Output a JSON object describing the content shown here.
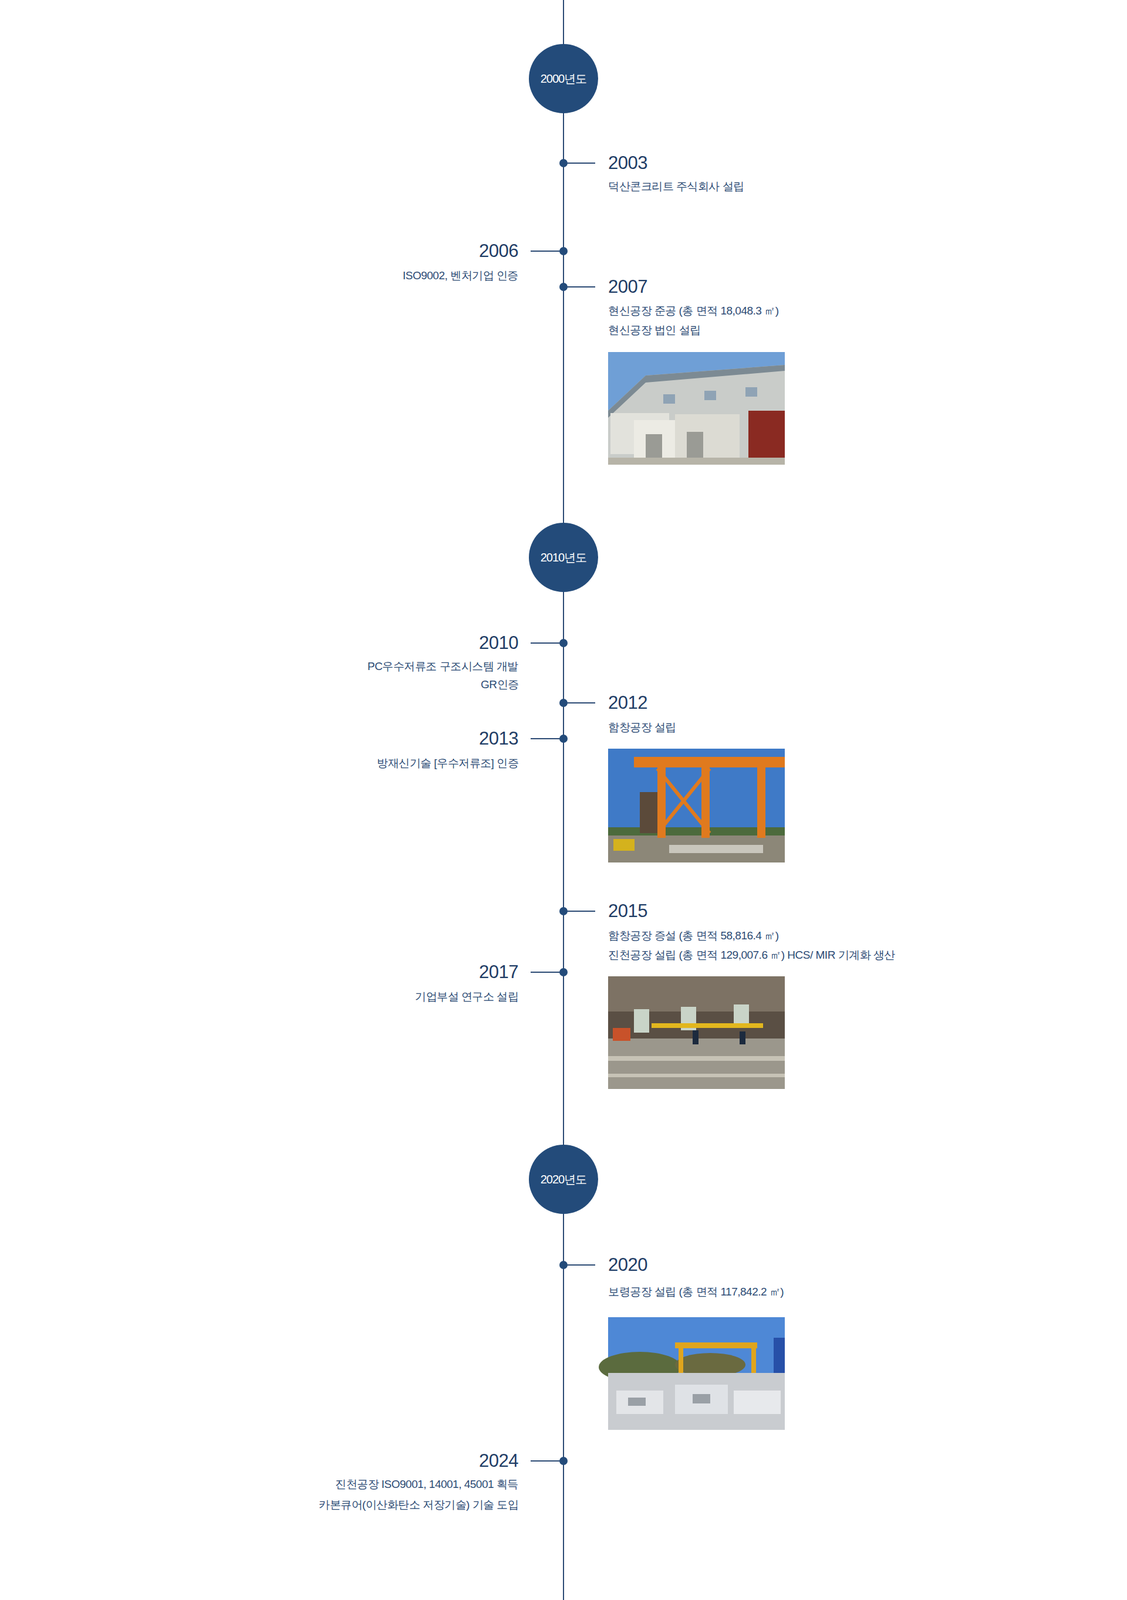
{
  "diagram": {
    "nodes": [
      {
        "text": [
          "2000년도"
        ]
      },
      {
        "text": [
          "2010년도"
        ]
      },
      {
        "text": [
          "2020년도"
        ]
      }
    ],
    "edges": [
      {
        "from": 0,
        "to": 1,
        "arrow": "none"
      },
      {
        "from": 1,
        "to": 2,
        "arrow": "none"
      }
    ],
    "labels": [
      "2003",
      "덕산콘크리트 주식회사 설립",
      "2006",
      "ISO9002, 벤처기업 인증",
      "2007",
      "현신공장 준공 (총 면적 18,048.3 ㎡)",
      "현신공장 법인 설립",
      "2010",
      "PC우수저류조 구조시스템 개발",
      "GR인증",
      "2012",
      "함창공장 설립",
      "2013",
      "방재신기술 [우수저류조] 인증",
      "2015",
      "함창공장 증설 (총 면적 58,816.4 ㎡)",
      "진천공장 설립 (총 면적 129,007.6 ㎡) HCS/ MIR 기계화 생산",
      "2017",
      "기업부설 연구소 설립",
      "2020",
      "보령공장 설립 (총 면적 117,842.2 ㎡)",
      "2024",
      "진천공장 ISO9001, 14001, 45001 획득",
      "카본큐어(이산화탄소 저장기술) 기술 도입"
    ]
  }
}
